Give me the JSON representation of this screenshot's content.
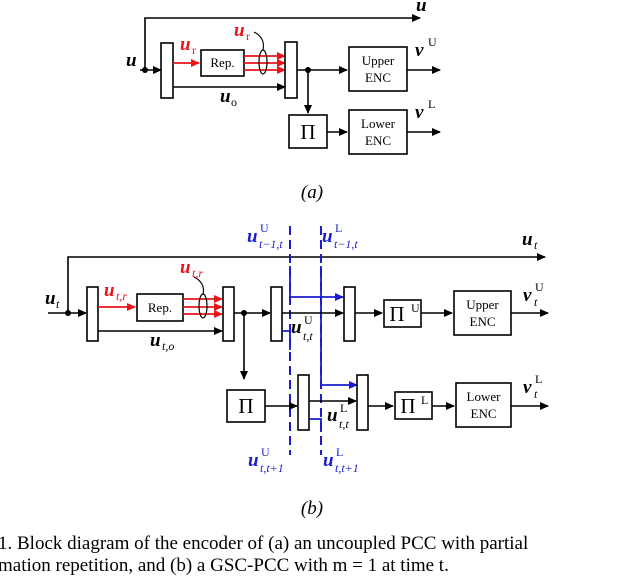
{
  "diagram_a": {
    "label": "(a)",
    "input": "u",
    "top_output": "u",
    "repeated": "u",
    "repeated_sub": "r",
    "repeated_out": "u",
    "repeated_out_sub": "r",
    "other": "u",
    "other_sub": "o",
    "rep_block": "Rep.",
    "upper_enc": [
      "Upper",
      "ENC"
    ],
    "lower_enc": [
      "Lower",
      "ENC"
    ],
    "interleaver": "Π",
    "v_upper": "v",
    "v_upper_sup": "U",
    "v_lower": "v",
    "v_lower_sup": "L"
  },
  "diagram_b": {
    "label": "(b)",
    "input": "u",
    "input_sub": "t",
    "top_output": "u",
    "top_output_sub": "t",
    "repeated": "u",
    "repeated_sub": "t,r",
    "repeated_out": "u",
    "repeated_out_sub": "t,r",
    "other": "u",
    "other_sub": "t,o",
    "rep_block": "Rep.",
    "upper_enc": [
      "Upper",
      "ENC"
    ],
    "lower_enc": [
      "Lower",
      "ENC"
    ],
    "interleaver": "Π",
    "interleaver_u": "Π",
    "interleaver_u_sup": "U",
    "interleaver_l": "Π",
    "interleaver_l_sup": "L",
    "prev_u": "u",
    "prev_u_sup": "U",
    "prev_u_sub": "t−1,t",
    "prev_l": "u",
    "prev_l_sup": "L",
    "prev_l_sub": "t−1,t",
    "cur_u": "u",
    "cur_u_sup": "U",
    "cur_u_sub": "t,t",
    "cur_l": "u",
    "cur_l_sup": "L",
    "cur_l_sub": "t,t",
    "next_u": "u",
    "next_u_sup": "U",
    "next_u_sub": "t,t+1",
    "next_l": "u",
    "next_l_sup": "L",
    "next_l_sub": "t,t+1",
    "v_upper": "v",
    "v_upper_sup": "U",
    "v_upper_sub": "t",
    "v_lower": "v",
    "v_lower_sup": "L",
    "v_lower_sub": "t"
  },
  "caption": {
    "line1": "1.  Block diagram of the encoder of (a) an uncoupled PCC with partial",
    "line2": "mation repetition, and (b) a GSC-PCC with m = 1 at time t."
  },
  "colors": {
    "repeat": "#e8141b",
    "coupling": "#1c1ccf",
    "line": "#000000"
  }
}
